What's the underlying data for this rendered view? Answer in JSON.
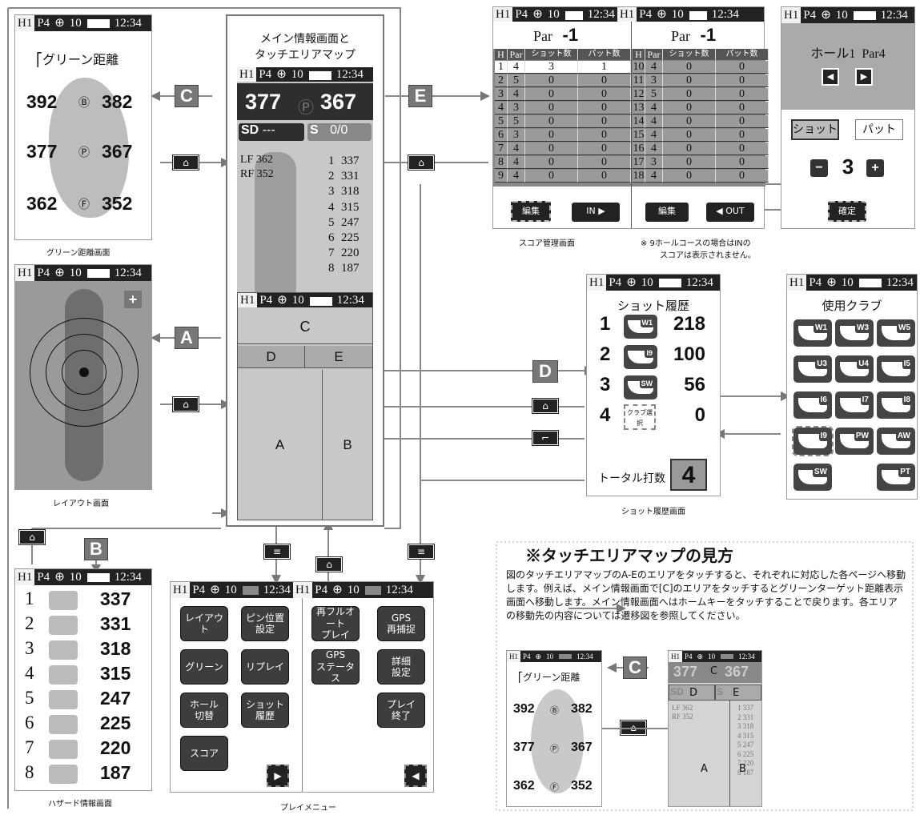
{
  "status": {
    "hole": "H1",
    "par": "P4",
    "sat_icon": "globe-icon",
    "sat": "10",
    "time": "12:34"
  },
  "main": {
    "title_l1": "メイン情報画面と",
    "title_l2": "タッチエリアマップ",
    "front": "377",
    "back": "367",
    "sd_label": "SD",
    "sd_value": "---",
    "s_label": "S",
    "s_value": "0/0",
    "lf": "LF 362",
    "rf": "RF 352",
    "hazards": [
      {
        "n": "1",
        "d": "337"
      },
      {
        "n": "2",
        "d": "331"
      },
      {
        "n": "3",
        "d": "318"
      },
      {
        "n": "4",
        "d": "315"
      },
      {
        "n": "5",
        "d": "247"
      },
      {
        "n": "6",
        "d": "225"
      },
      {
        "n": "7",
        "d": "220"
      },
      {
        "n": "8",
        "d": "187"
      }
    ],
    "areas": {
      "a": "A",
      "b": "B",
      "c": "C",
      "d": "D",
      "e": "E"
    }
  },
  "green": {
    "title": "グリーン距離",
    "b": [
      "392",
      "382"
    ],
    "p": [
      "377",
      "367"
    ],
    "f": [
      "362",
      "352"
    ],
    "caption": "グリーン距離画面"
  },
  "layout": {
    "caption": "レイアウト画面",
    "plus": "+"
  },
  "hazard": {
    "caption": "ハザード情報画面",
    "items": [
      {
        "n": "1",
        "d": "337"
      },
      {
        "n": "2",
        "d": "331"
      },
      {
        "n": "3",
        "d": "318"
      },
      {
        "n": "4",
        "d": "315"
      },
      {
        "n": "5",
        "d": "247"
      },
      {
        "n": "6",
        "d": "225"
      },
      {
        "n": "7",
        "d": "220"
      },
      {
        "n": "8",
        "d": "187"
      }
    ]
  },
  "score": {
    "par_label": "Par",
    "par_value": "-1",
    "headers": [
      "H",
      "Par",
      "ショット数",
      "パット数"
    ],
    "out": [
      [
        "1",
        "4",
        "3",
        "1"
      ],
      [
        "2",
        "5",
        "0",
        "0"
      ],
      [
        "3",
        "4",
        "0",
        "0"
      ],
      [
        "4",
        "3",
        "0",
        "0"
      ],
      [
        "5",
        "5",
        "0",
        "0"
      ],
      [
        "6",
        "3",
        "0",
        "0"
      ],
      [
        "7",
        "4",
        "0",
        "0"
      ],
      [
        "8",
        "4",
        "0",
        "0"
      ],
      [
        "9",
        "4",
        "0",
        "0"
      ]
    ],
    "in": [
      [
        "10",
        "4",
        "0",
        "0"
      ],
      [
        "11",
        "3",
        "0",
        "0"
      ],
      [
        "12",
        "5",
        "0",
        "0"
      ],
      [
        "13",
        "4",
        "0",
        "0"
      ],
      [
        "14",
        "4",
        "0",
        "0"
      ],
      [
        "15",
        "4",
        "0",
        "0"
      ],
      [
        "16",
        "4",
        "0",
        "0"
      ],
      [
        "17",
        "3",
        "0",
        "0"
      ],
      [
        "18",
        "4",
        "0",
        "0"
      ]
    ],
    "edit": "編集",
    "in_btn": "IN ▶",
    "out_btn": "◀ OUT",
    "caption": "スコア管理画面",
    "note_l1": "※ 9ホールコースの場合はINの",
    "note_l2": "スコアは表示されません。"
  },
  "edit": {
    "hole": "ホール1",
    "par": "Par4",
    "shot": "ショット",
    "putt": "パット",
    "value": "3",
    "minus": "−",
    "plus": "+",
    "confirm": "確定"
  },
  "shots": {
    "title": "ショット履歴",
    "rows": [
      {
        "n": "1",
        "club": "W1",
        "d": "218"
      },
      {
        "n": "2",
        "club": "I9",
        "d": "100"
      },
      {
        "n": "3",
        "club": "SW",
        "d": "56"
      },
      {
        "n": "4",
        "club": "クラブ選択",
        "d": "0"
      }
    ],
    "total_label": "トータル打数",
    "total": "4",
    "caption": "ショット履歴画面"
  },
  "clubs": {
    "title": "使用クラブ",
    "list": [
      "W1",
      "W3",
      "W5",
      "U3",
      "U4",
      "I5",
      "I6",
      "I7",
      "I8",
      "I9",
      "PW",
      "AW",
      "SW",
      "PT"
    ]
  },
  "menu": {
    "left": [
      "レイアウト",
      "ピン位置\n設定",
      "グリーン",
      "リプレイ",
      "ホール\n切替",
      "ショット\n履歴",
      "スコア"
    ],
    "right": [
      "再フルオート\nプレイ",
      "GPS\n再捕捉",
      "GPS\nステータス",
      "詳細\n設定",
      "プレイ\n終了"
    ],
    "caption": "プレイメニュー"
  },
  "labels": {
    "a": "A",
    "b": "B",
    "c": "C",
    "d": "D",
    "e": "E"
  },
  "explain": {
    "title": "※タッチエリアマップの見方",
    "body": "図のタッチエリアマップのA-Eのエリアをタッチすると、それぞれに対応した各ページへ移動します。例えば、メイン情報画面で[C]のエリアをタッチするとグリーンターゲット距離表示画面へ移動します。メイン情報画面へはホームキーをタッチすることで戻ります。各エリアの移動先の内容については遷移図を参照してください。"
  },
  "mini": {
    "green_title": "グリーン距離",
    "b": [
      "392",
      "382"
    ],
    "p": [
      "377",
      "367"
    ],
    "f": [
      "362",
      "352"
    ],
    "front": "377",
    "back": "367",
    "sd": "SD",
    "s": "S",
    "lf": "LF 362",
    "rf": "RF 352",
    "nums": [
      "1 337",
      "2 331",
      "3 318",
      "4 315",
      "5 247",
      "6 225",
      "7 220",
      "8 187"
    ]
  }
}
